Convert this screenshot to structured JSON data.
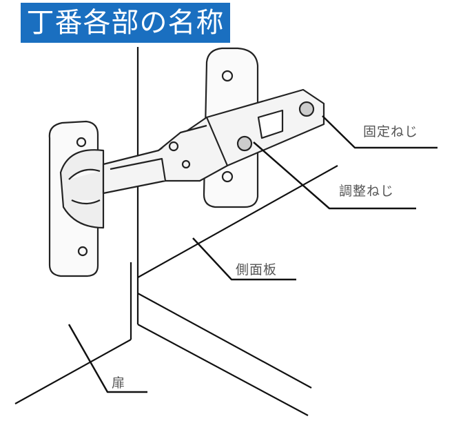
{
  "title": "丁番各部の名称",
  "labels": {
    "fixing_screw": "固定ねじ",
    "adjusting_screw": "調整ねじ",
    "side_panel": "側面板",
    "door": "扉"
  },
  "colors": {
    "title_bg": "#1a6fc0",
    "line": "#111111"
  }
}
